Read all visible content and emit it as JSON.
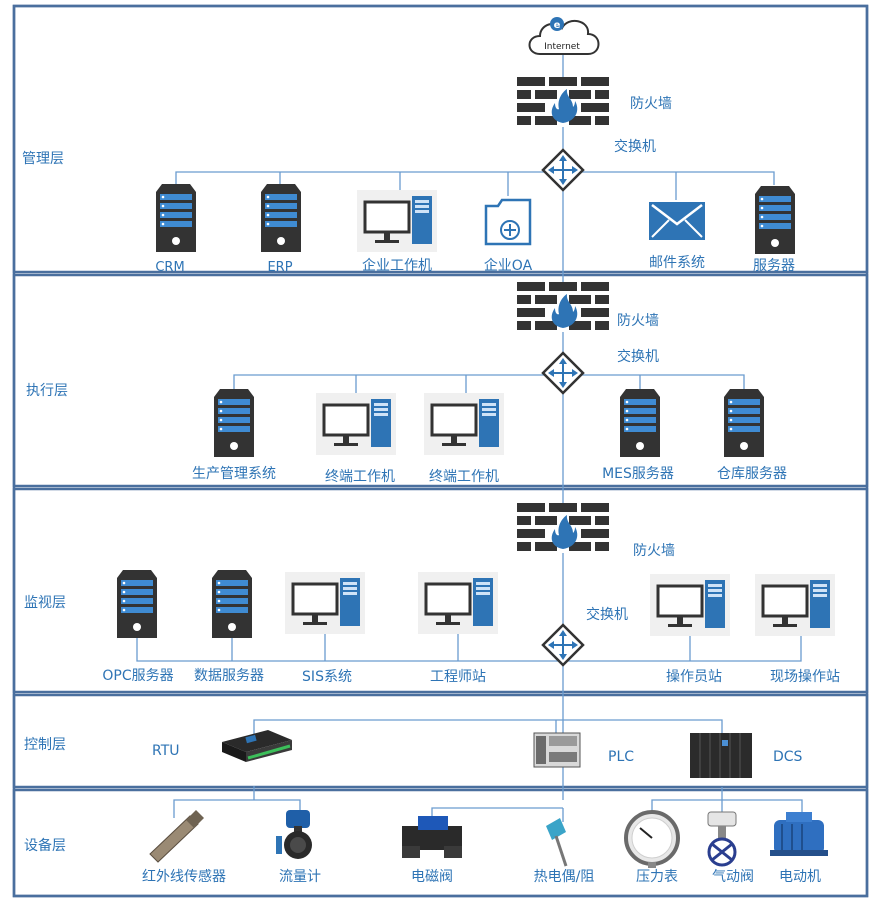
{
  "layers": [
    {
      "label": "管理层"
    },
    {
      "label": "执行层"
    },
    {
      "label": "监视层"
    },
    {
      "label": "控制层"
    },
    {
      "label": "设备层"
    }
  ],
  "internet": {
    "label": "Internet"
  },
  "management": {
    "firewall": "防火墙",
    "switch": "交换机",
    "nodes": [
      "CRM",
      "ERP",
      "企业工作机",
      "企业OA",
      "邮件系统",
      "服务器"
    ]
  },
  "execution": {
    "firewall": "防火墙",
    "switch": "交换机",
    "nodes": [
      "生产管理系统",
      "终端工作机",
      "终端工作机",
      "MES服务器",
      "仓库服务器"
    ]
  },
  "monitoring": {
    "firewall": "防火墙",
    "switch": "交换机",
    "nodes": [
      "OPC服务器",
      "数据服务器",
      "SIS系统",
      "工程师站",
      "操作员站",
      "现场操作站"
    ]
  },
  "control": {
    "nodes": [
      "RTU",
      "PLC",
      "DCS"
    ]
  },
  "device": {
    "nodes": [
      "红外线传感器",
      "流量计",
      "电磁阀",
      "热电偶/阻",
      "压力表",
      "气动阀",
      "电动机"
    ]
  },
  "colors": {
    "border": "#4a6f9e",
    "accent": "#2e74b5",
    "icon_dark": "#333333",
    "icon_blue": "#2e74b5"
  }
}
